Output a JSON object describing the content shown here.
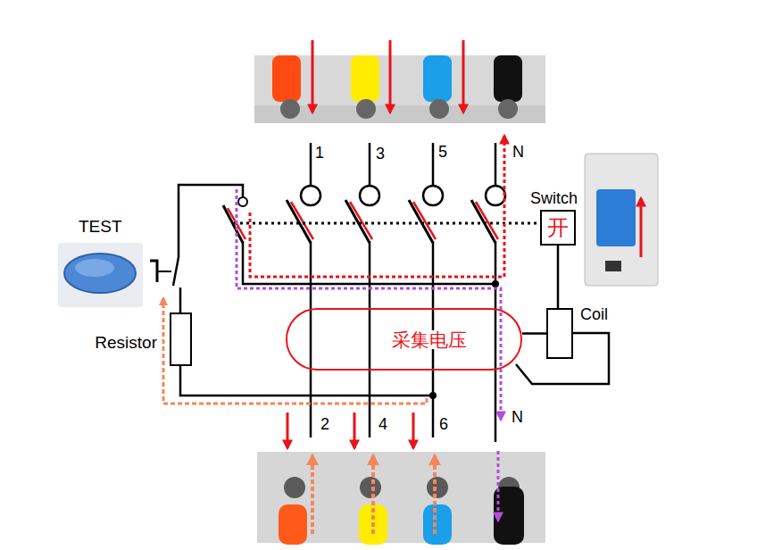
{
  "diagram": {
    "nodes": [
      {
        "text": [
          "Switch",
          "开"
        ]
      },
      {
        "text": [
          "Coil"
        ]
      },
      {
        "text": [
          "Resistor"
        ]
      },
      {
        "text": [
          "采集电压"
        ]
      }
    ],
    "edges": [
      {
        "from": 1,
        "to": 0,
        "arrow": "none"
      },
      {
        "from": 3,
        "to": 1,
        "arrow": "none"
      }
    ],
    "labels": [
      "1",
      "3",
      "5",
      "N",
      "TEST",
      "2",
      "4",
      "6",
      "N"
    ]
  }
}
